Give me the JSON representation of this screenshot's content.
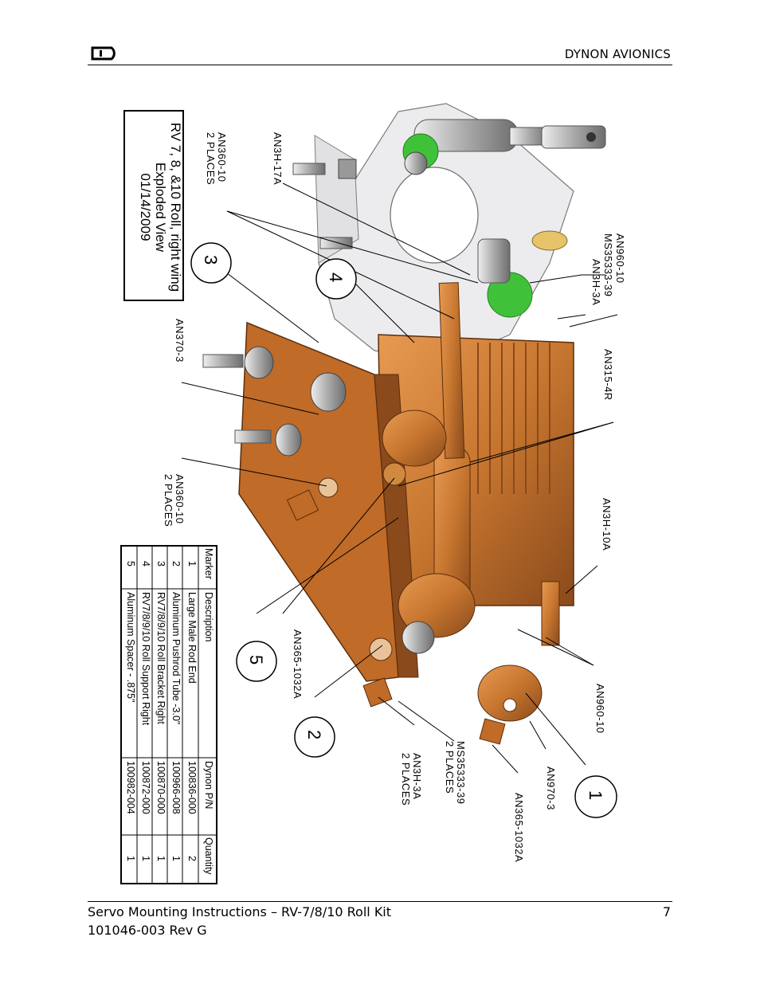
{
  "header": {
    "company": "DYNON AVIONICS"
  },
  "footer": {
    "title": "Servo Mounting Instructions – RV-7/8/10 Roll Kit",
    "page_number": "7",
    "doc_number": "101046-003 Rev G"
  },
  "figure": {
    "title_lines": [
      "RV 7, 8, &10 Roll, right wing",
      "Exploded View",
      "01/14/2009"
    ],
    "labels": {
      "an360_10_top": [
        "AN360-10",
        "2 PLACES"
      ],
      "an3h_17a": "AN3H-17A",
      "an960_10_top": "AN960-10",
      "ms35333_39_top": "MS35333-39",
      "an3h_3a_top": "AN3H-3A",
      "an315_4r": "AN315-4R",
      "an370_3_left": "AN370-3",
      "an360_10_left": [
        "AN360-10",
        "2 PLACES"
      ],
      "an3h_10a": "AN3H-10A",
      "an365_1032a_mid": "AN365-1032A",
      "an960_10_right": "AN960-10",
      "an970_3": "AN970-3",
      "an365_1032a_bottom": "AN365-1032A",
      "ms35333_39_bottom": [
        "MS35333-39",
        "2 PLACES"
      ],
      "an3h_3a_bottom": [
        "AN3H-3A",
        "2 PLACES"
      ]
    },
    "markers": [
      "1",
      "2",
      "3",
      "4",
      "5"
    ]
  },
  "bom": {
    "headers": [
      "Marker",
      "Description",
      "Dynon P/N",
      "Quantity"
    ],
    "rows": [
      [
        "1",
        "Large Male Rod End",
        "100836-000",
        "2"
      ],
      [
        "2",
        "Aluminum Pushrod Tube -3.0\"",
        "100966-008",
        "1"
      ],
      [
        "3",
        "RV7/8/9/10 Roll Bracket Right",
        "100870-000",
        "1"
      ],
      [
        "4",
        "RV7/8/9/10 Roll Support Right",
        "100872-000",
        "1"
      ],
      [
        "5",
        "Aluminum Spacer - .875\"",
        "100982-004",
        "1"
      ]
    ]
  },
  "colors": {
    "servo_bronze": "#c7762f",
    "bracket_dark": "#8a4a1c",
    "green_ring": "#3fc23a",
    "steel": "#b8b8b8"
  }
}
